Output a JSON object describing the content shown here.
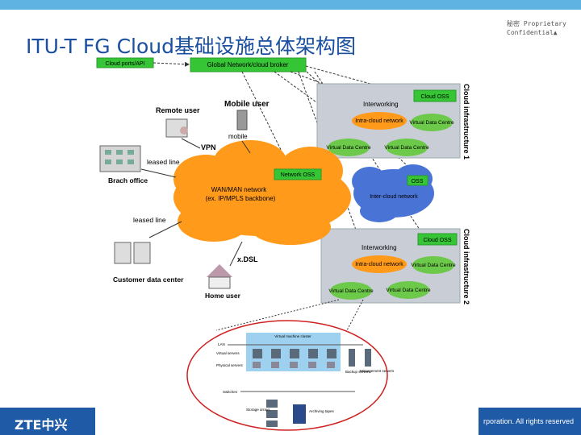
{
  "header": {
    "title": "ITU-T FG Cloud基础设施总体架构图",
    "confidential_line1": "秘密 Proprietary",
    "confidential_line2": "Confidential▲"
  },
  "diagram": {
    "cloud_ports": "Cloud ports/API",
    "broker": "Global Network/cloud broker",
    "remote_user": "Remote user",
    "mobile_user": "Mobile user",
    "mobile": "mobile",
    "vpn": "VPN",
    "leased_line_1": "leased line",
    "branch_office": "Brach office",
    "leased_line_2": "leased line",
    "customer_dc": "Customer data center",
    "xdsl": "x.DSL",
    "home_user": "Home user",
    "wan_line1": "WAN/MAN network",
    "wan_line2": "(ex. IP/MPLS backbone)",
    "network_oss": "Network OSS",
    "infra1": {
      "side_label": "Cloud infrastructure 1",
      "interworking": "Interworking",
      "cloud_oss": "Cloud OSS",
      "intra_cloud": "Intra-cloud network",
      "virtual_dc_1": "Virtual Data Centre",
      "virtual_dc_2": "Virtual Data Centre",
      "virtual_dc_3": "Virtual Data Centre"
    },
    "oss": "OSS",
    "inter_cloud": "Inter-cloud network",
    "infra2": {
      "side_label": "Cloud infrastructure 2",
      "interworking": "Interworking",
      "cloud_oss": "Cloud OSS",
      "intra_cloud": "Intra-cloud network",
      "virtual_dc_1": "Virtual Data Centre",
      "virtual_dc_2": "Virtual Data Centre",
      "virtual_dc_3": "Virtual Data Centre"
    },
    "detail": {
      "cluster": "Virtual machine cluster",
      "lan": "LAN",
      "virtual_servers": "Virtual servers",
      "physical_servers": "Physical servers",
      "switches": "Switches",
      "backup_servers": "Backup servers",
      "mgmt_servers": "Management servers",
      "storage_arrays": "Storage arrays",
      "archiving": "Archiving tapes"
    }
  },
  "footer": {
    "logo": "ZTE中兴",
    "copyright": "rporation. All rights reserved"
  },
  "colors": {
    "orange_cloud": "#ff9a1a",
    "blue_cloud": "#4a73d6",
    "green_box": "#35c535",
    "infra_bg": "#c9cdd6",
    "footer_blue": "#1f5aa6"
  }
}
